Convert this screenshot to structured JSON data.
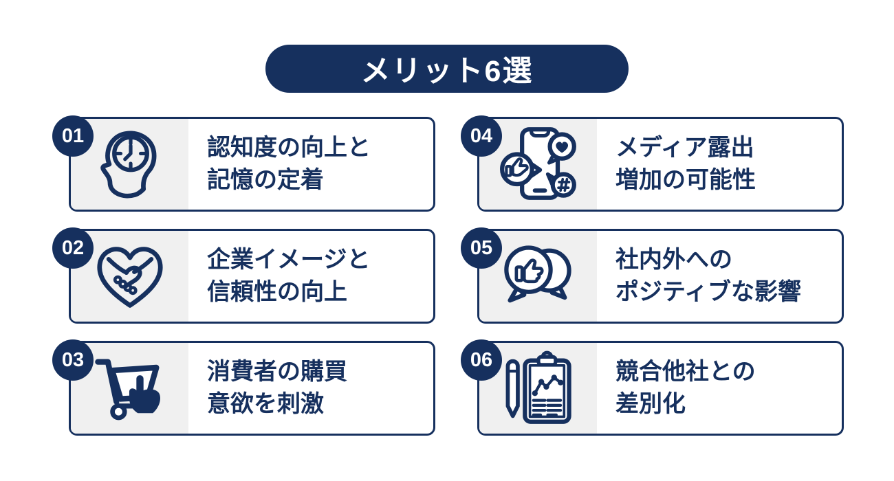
{
  "colors": {
    "navy": "#16305E",
    "icon_panel_gray": "#F0F0F0",
    "card_background": "#FFFFFF",
    "page_background": "#FFFFFF",
    "title_text": "#FFFFFF"
  },
  "title": {
    "label": "メリット6選"
  },
  "cards": [
    {
      "number": "01",
      "icon": "head-clock-icon",
      "line1": "認知度の向上と",
      "line2": "記憶の定着"
    },
    {
      "number": "02",
      "icon": "heart-handshake-icon",
      "line1": "企業イメージと",
      "line2": "信頼性の向上"
    },
    {
      "number": "03",
      "icon": "cart-click-icon",
      "line1": "消費者の購買",
      "line2": "意欲を刺激"
    },
    {
      "number": "04",
      "icon": "phone-social-icon",
      "line1": "メディア露出",
      "line2": "増加の可能性"
    },
    {
      "number": "05",
      "icon": "chat-thumbs-up-icon",
      "line1": "社内外への",
      "line2": "ポジティブな影響"
    },
    {
      "number": "06",
      "icon": "clipboard-chart-icon",
      "line1": "競合他社との",
      "line2": "差別化"
    }
  ]
}
